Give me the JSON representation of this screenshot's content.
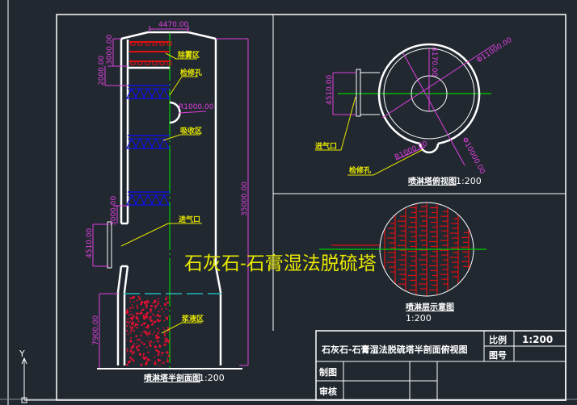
{
  "main_title": "石灰石-石膏湿法脱硫塔",
  "colors": {
    "background": "#212830",
    "wall": "#ffffff",
    "dimension": "#e040e0",
    "centerline": "#00d000",
    "leader": "#e8e800",
    "demister": "#e01010",
    "absorber": "#1010e0",
    "slurry": "#e01030",
    "water_level": "#20d0d0"
  },
  "section_view": {
    "caption": "喷淋塔半剖面图",
    "scale": "1:200",
    "dims": {
      "top_width": "4470.00",
      "demister_h": "3000.00",
      "gap_h": "2000.00",
      "height": "35000.00",
      "inlet_gap": "3000.00",
      "inlet_h": "4510.00",
      "slurry_h": "7900.00",
      "manhole_r": "R1000.00"
    },
    "labels": {
      "demister": "除雾区",
      "manhole": "检修孔",
      "absorber": "吸收区",
      "inlet": "进气口",
      "slurry": "浆液区"
    }
  },
  "top_view": {
    "caption": "喷淋塔俯视图",
    "scale": "1:200",
    "dims": {
      "inner": "4170.00",
      "outer": "Φ11000.00",
      "diameter": "Φ10000.00",
      "inlet": "4510.00",
      "manhole_r": "R1000.00"
    },
    "labels": {
      "inlet": "进气口",
      "manhole": "检修孔"
    }
  },
  "spray_view": {
    "caption": "喷淋层示意图",
    "scale": "1:200"
  },
  "title_block": {
    "title": "石灰石-石膏湿法脱硫塔半剖面俯视图",
    "scale_label": "比例",
    "scale_value": "1:200",
    "drawing_no_label": "图号",
    "drawn_label": "制图",
    "checked_label": "审核"
  },
  "ucs": {
    "y_axis": "Y"
  }
}
